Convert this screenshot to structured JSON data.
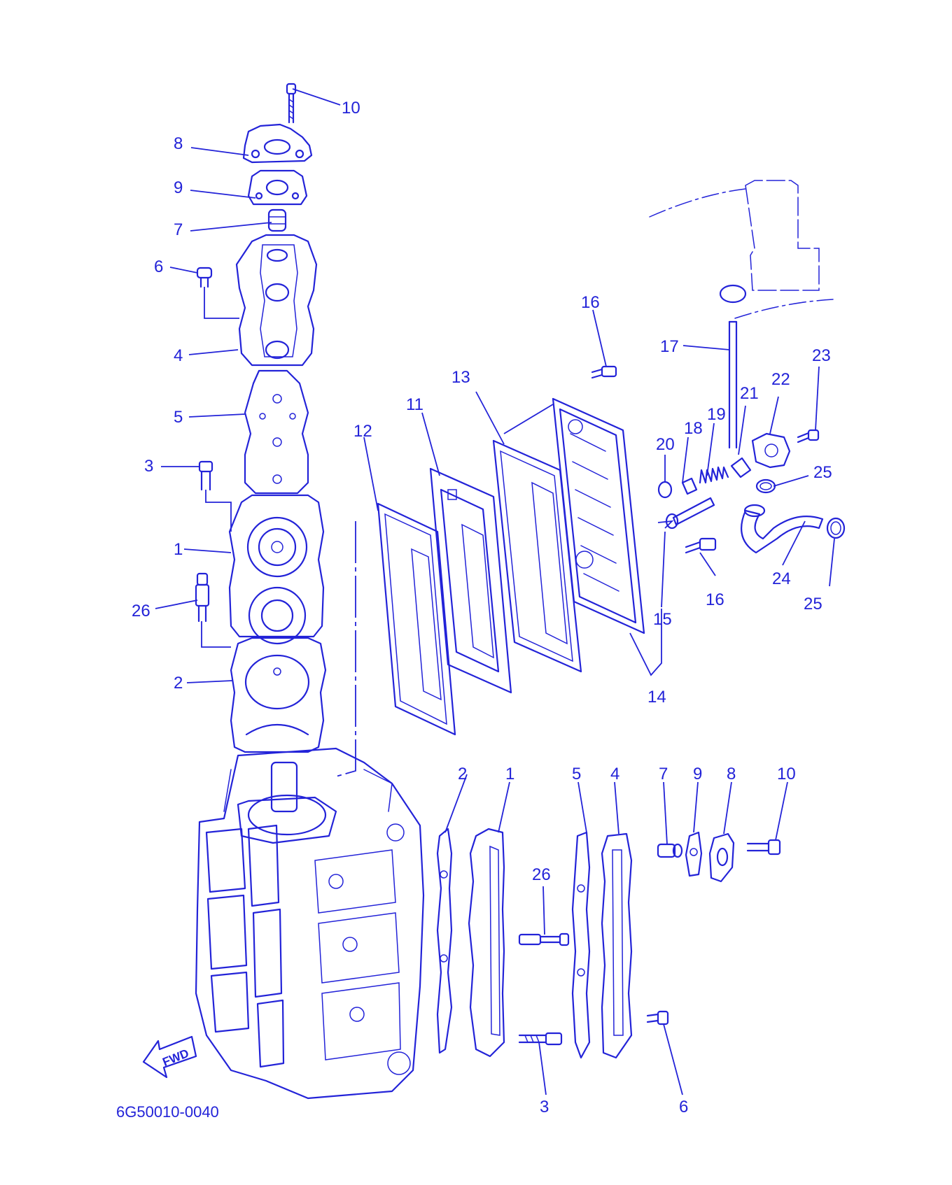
{
  "diagram": {
    "drawing_code": "6G50010-0040",
    "fwd_label": "FWD",
    "line_color": "#2323d8",
    "callouts": {
      "c1": "1",
      "c2": "2",
      "c3": "3",
      "c4": "4",
      "c5": "5",
      "c6": "6",
      "c7": "7",
      "c8": "8",
      "c9": "9",
      "c10": "10",
      "c11": "11",
      "c12": "12",
      "c13": "13",
      "c14": "14",
      "c15": "15",
      "c16": "16",
      "c17": "17",
      "c18": "18",
      "c19": "19",
      "c20": "20",
      "c21": "21",
      "c22": "22",
      "c23": "23",
      "c24": "24",
      "c25": "25",
      "c26": "26"
    }
  }
}
